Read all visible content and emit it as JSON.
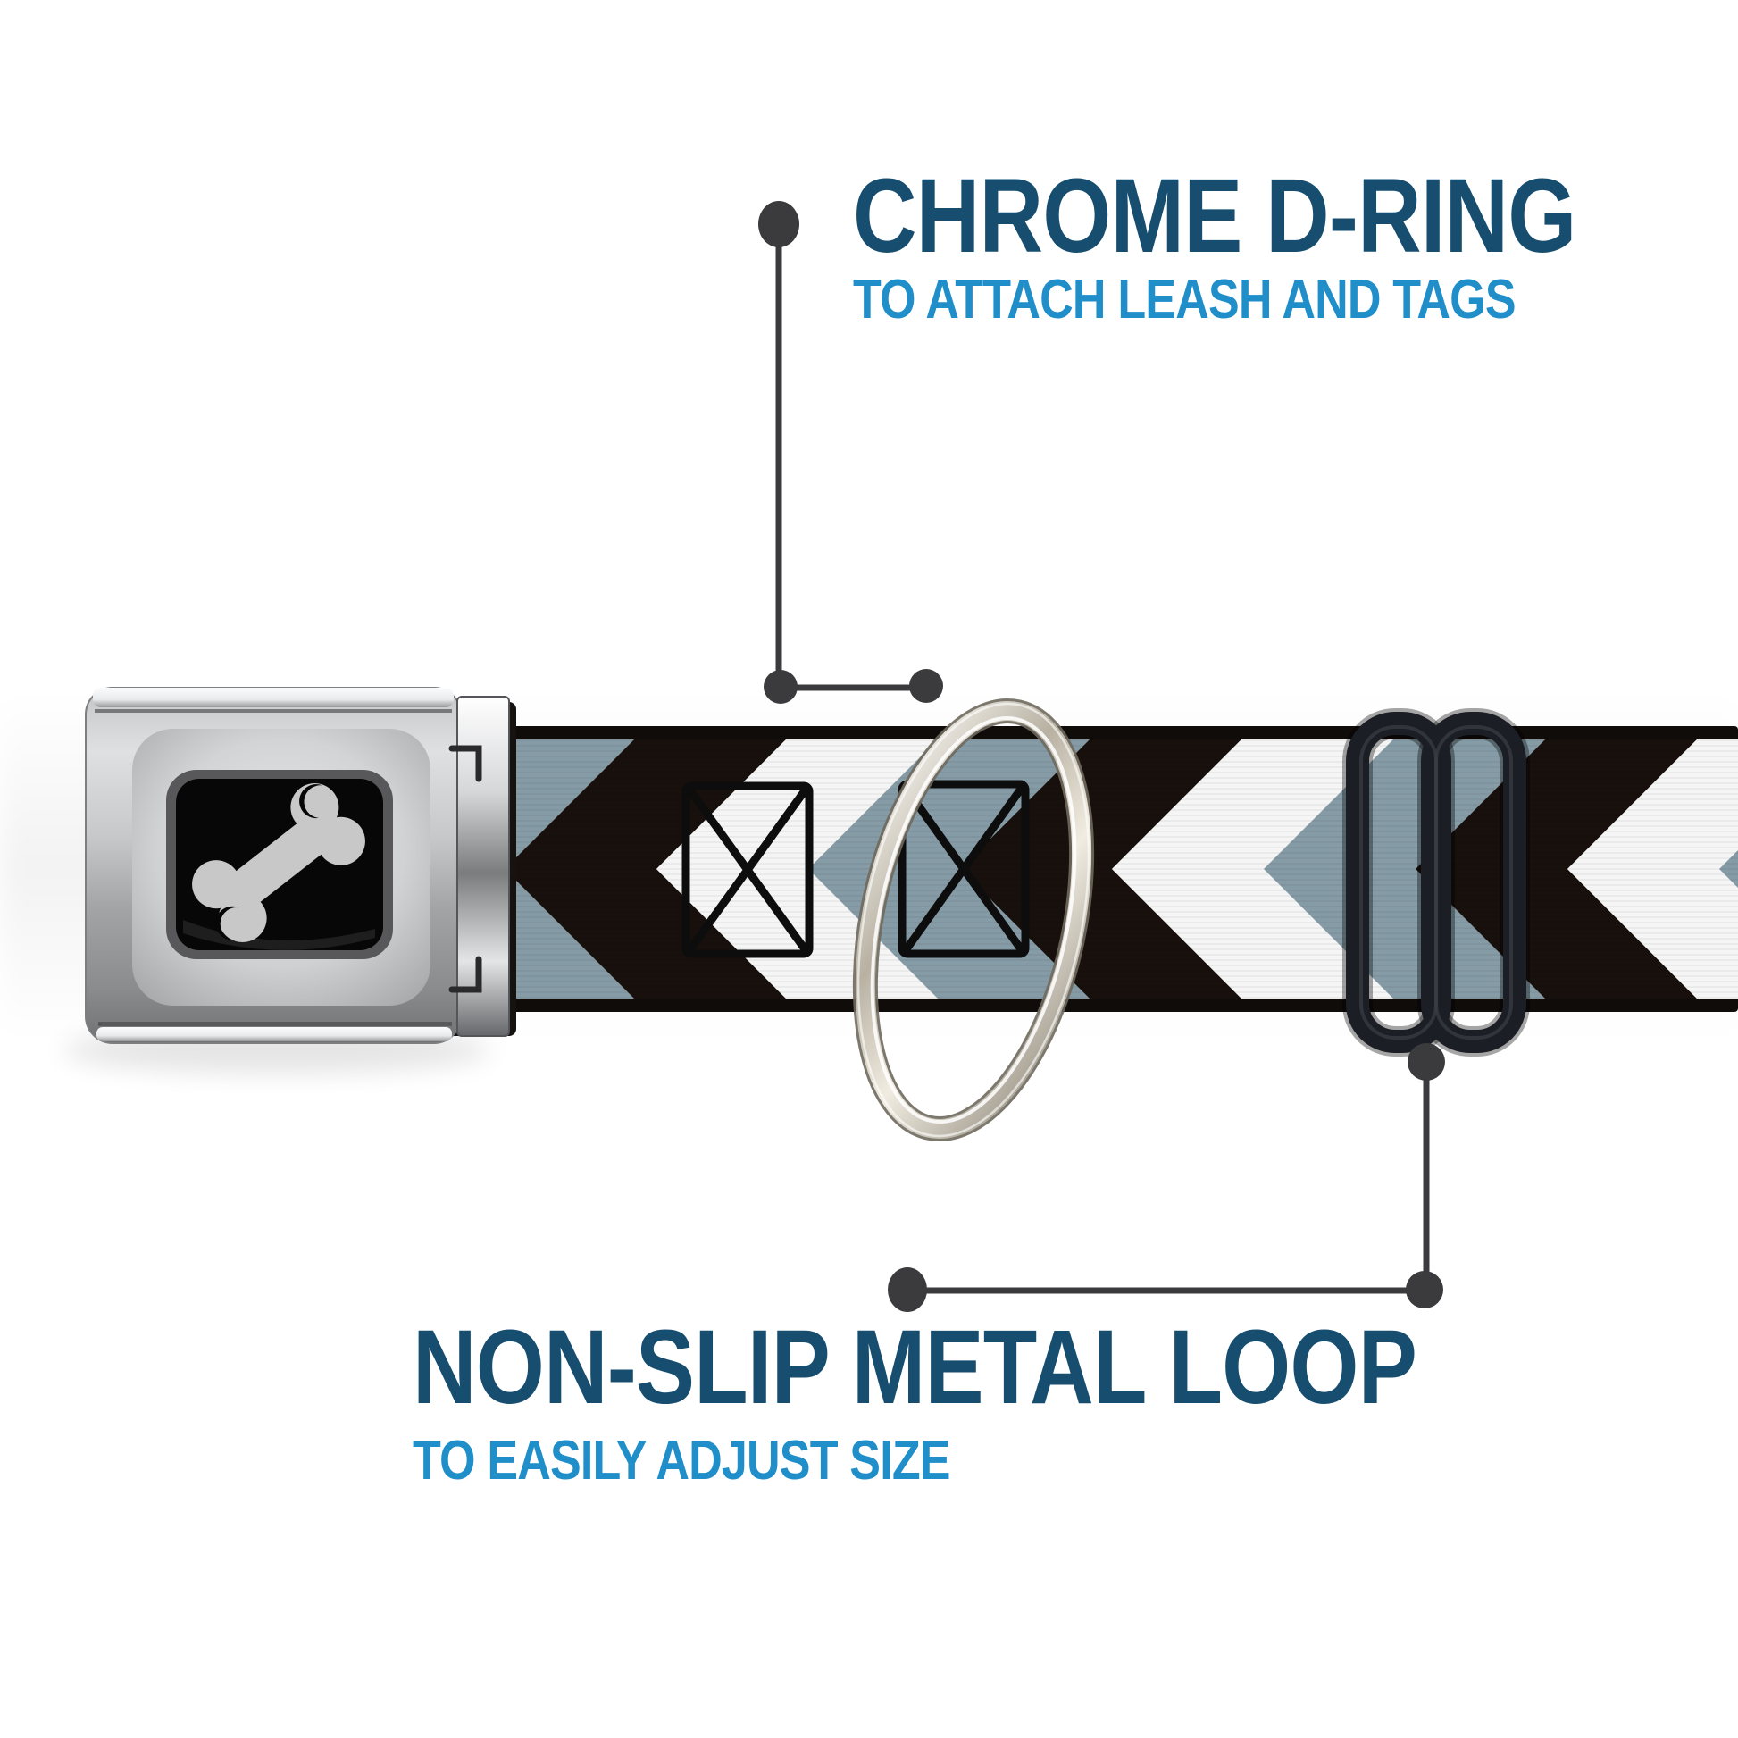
{
  "page": {
    "background": "#ffffff",
    "kind": "product-feature-callout-image"
  },
  "annotations": {
    "top": {
      "title": "CHROME D-RING",
      "subtitle": "TO ATTACH LEASH AND TAGS"
    },
    "bottom": {
      "title": "NON-SLIP METAL LOOP",
      "subtitle": "TO EASILY ADJUST SIZE"
    }
  },
  "product": {
    "description": "dog collar with seatbelt-style buckle and chevron webbing",
    "parts": [
      "seatbelt-buckle",
      "dog-bone-logo",
      "chevron-strap",
      "chrome-d-ring",
      "black-metal-loop"
    ],
    "strap_pattern": "left-pointing chevrons repeating black, white, blue-gray"
  },
  "colors": {
    "title_blue": "#174e6f",
    "subtitle_blue": "#1f8ec9",
    "callout_gray": "#3b3b3d",
    "strap_gray": "#859ba6",
    "strap_black": "#17100c",
    "strap_white": "#f5f5f5",
    "buckle_silver": "#b9babc",
    "slider_black": "#1b1e24"
  }
}
